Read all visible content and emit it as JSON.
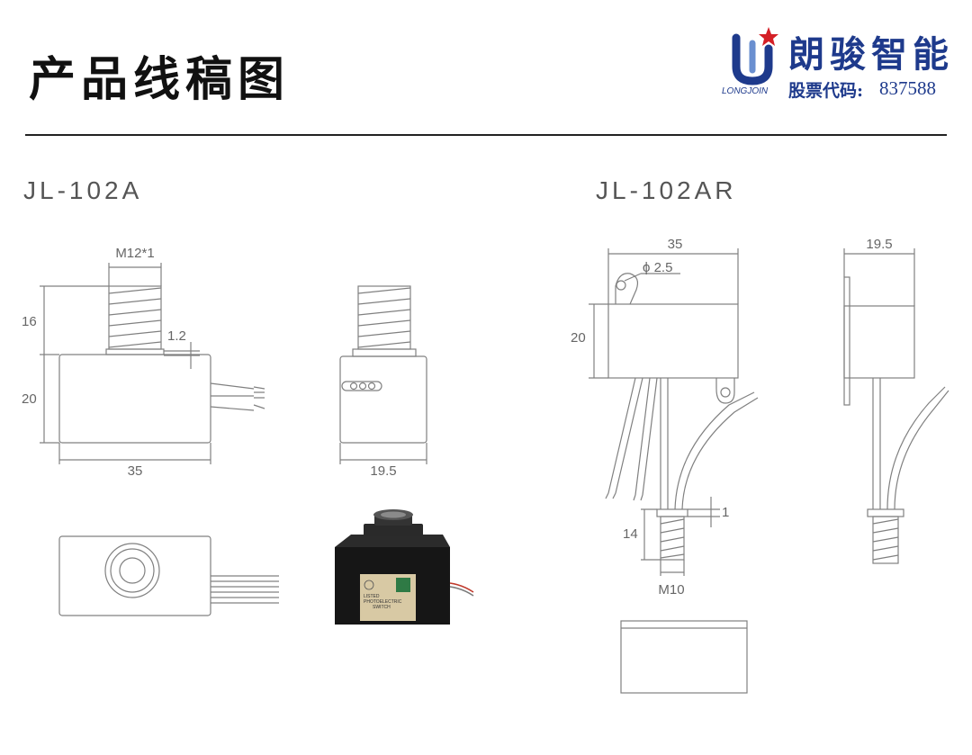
{
  "header": {
    "title": "产品线稿图",
    "brand_cn": "朗骏智能",
    "brand_en": "LONGJOIN",
    "stock_label": "股票代码:",
    "stock_code": "837588"
  },
  "models": {
    "left": "JL-102A",
    "right": "JL-102AR"
  },
  "dims_left": {
    "thread": "M12*1",
    "height_thread": "16",
    "gap": "1.2",
    "height_body": "20",
    "width": "35",
    "side_width": "19.5"
  },
  "dims_right": {
    "width": "35",
    "hole": "ϕ 2.5",
    "height_body": "20",
    "side_width": "19.5",
    "gap": "1",
    "thread_len": "14",
    "thread": "M10"
  },
  "photo_label": {
    "line1": "LISTED",
    "line2": "PHOTOELECTRIC",
    "line3": "SWITCH"
  },
  "colors": {
    "brand": "#1e3a8c",
    "logo_red": "#d41f26",
    "line": "#808080"
  }
}
